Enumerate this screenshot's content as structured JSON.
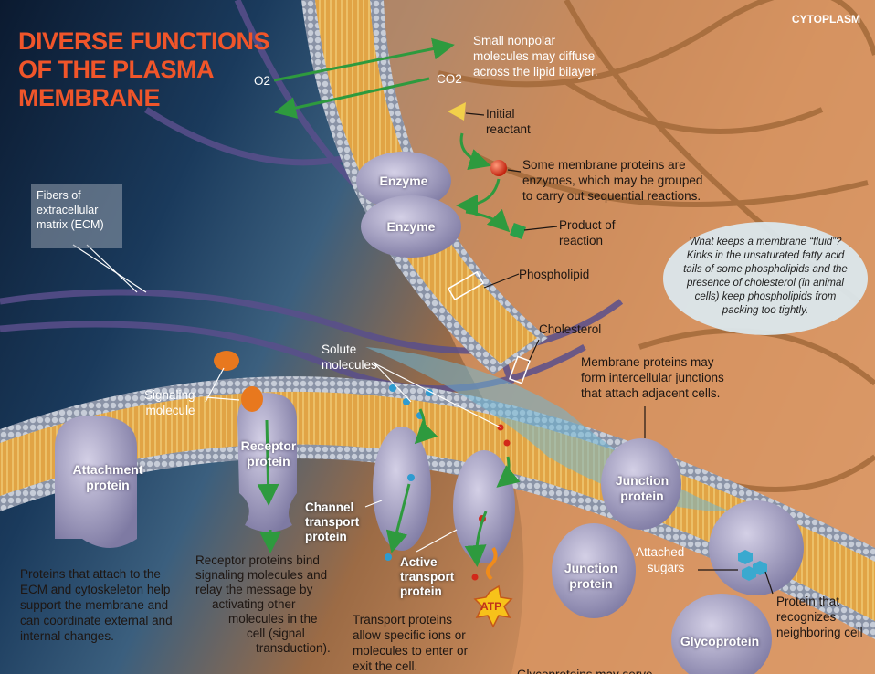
{
  "title_lines": [
    "DIVERSE FUNCTIONS",
    "OF THE PLASMA",
    "MEMBRANE"
  ],
  "cytoplasm_label": "CYTOPLASM",
  "o2_label": "O2",
  "co2_label": "CO2",
  "diffusion_note": [
    "Small nonpolar",
    "molecules may diffuse",
    "across the lipid bilayer."
  ],
  "initial_reactant": [
    "Initial",
    "reactant"
  ],
  "enzyme_label": "Enzyme",
  "enzyme_note": [
    "Some membrane proteins are",
    "enzymes, which may be grouped",
    "to carry out sequential reactions."
  ],
  "product_label": [
    "Product of",
    "reaction"
  ],
  "phospholipid_label": "Phospholipid",
  "fluid_note": "What keeps a membrane “fluid”? Kinks in the unsaturated fatty acid tails of some phospholipids and the presence of cholesterol (in animal cells) keep phospholipids from packing too tightly.",
  "ecm_label": [
    "Fibers of",
    "extracellular",
    "matrix (ECM)"
  ],
  "cholesterol_label": "Cholesterol",
  "solute_label": [
    "Solute",
    "molecules"
  ],
  "junction_note": [
    "Membrane proteins may",
    "form intercellular junctions",
    "that attach adjacent cells."
  ],
  "signaling_label": [
    "Signaling",
    "molecule"
  ],
  "attachment_label": [
    "Attachment",
    "protein"
  ],
  "receptor_label": [
    "Receptor",
    "protein"
  ],
  "channel_label": [
    "Channel",
    "transport",
    "protein"
  ],
  "active_label": [
    "Active",
    "transport",
    "protein"
  ],
  "junction_protein_label": [
    "Junction",
    "protein"
  ],
  "attached_sugars_label": [
    "Attached",
    "sugars"
  ],
  "glycoprotein_label": "Glycoprotein",
  "atp_label": "ATP",
  "attachment_note": [
    "Proteins that attach to the",
    "ECM and cytoskeleton help",
    "support the membrane and",
    "can coordinate external and",
    "internal changes."
  ],
  "receptor_note": [
    "Receptor proteins bind",
    "signaling molecules and",
    "relay the message by",
    "activating other",
    "molecules in the",
    "cell (signal",
    "transduction)."
  ],
  "transport_note": [
    "Transport proteins",
    "allow specific ions or",
    "molecules to enter or",
    "exit the cell."
  ],
  "recognition_note": [
    "Protein that",
    "recognizes",
    "neighboring cell"
  ],
  "glyco_note_partial": "Glycoproteins may serve",
  "colors": {
    "title": "#f0552a",
    "protein": "#a8a3c4",
    "arrow": "#2e9a3e",
    "membrane": "#e5a945"
  }
}
